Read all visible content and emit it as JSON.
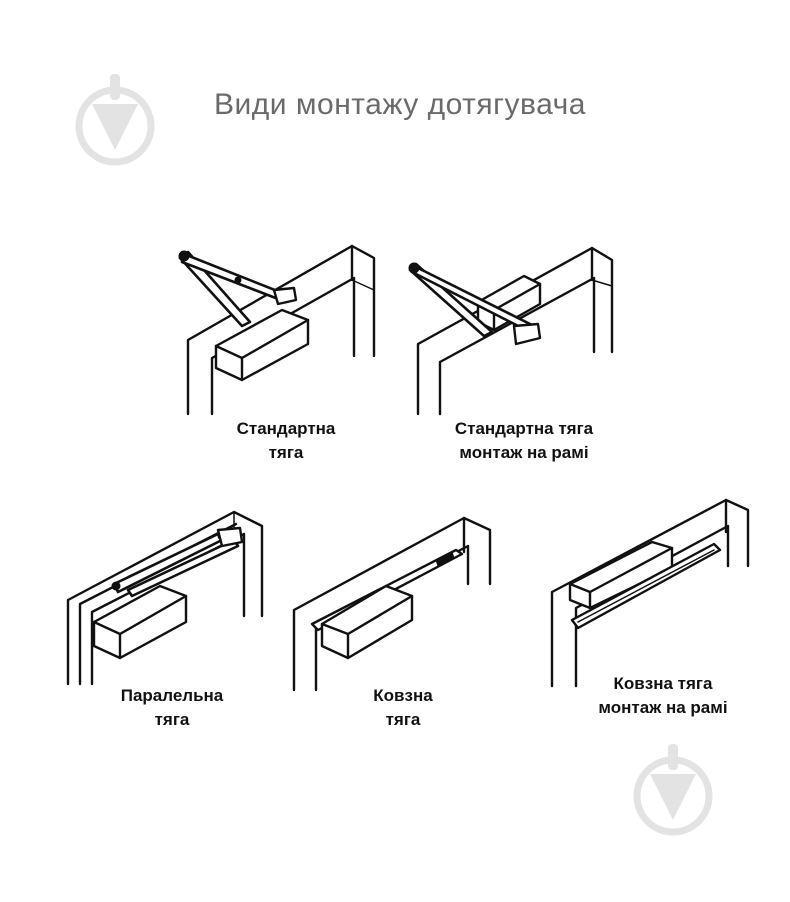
{
  "page": {
    "title": "Види монтажу дотягувача"
  },
  "watermark": {
    "icon": "brand-shield-icon",
    "color": "#e3e3e3"
  },
  "mount_types": [
    {
      "id": "standard",
      "line1": "Стандартна",
      "line2": "тяга"
    },
    {
      "id": "standard-frame",
      "line1": "Стандартна тяга",
      "line2": "монтаж на рамі"
    },
    {
      "id": "parallel",
      "line1": "Паралельна",
      "line2": "тяга"
    },
    {
      "id": "sliding",
      "line1": "Ковзна",
      "line2": "тяга"
    },
    {
      "id": "sliding-frame",
      "line1": "Ковзна тяга",
      "line2": "монтаж на рамі"
    }
  ]
}
